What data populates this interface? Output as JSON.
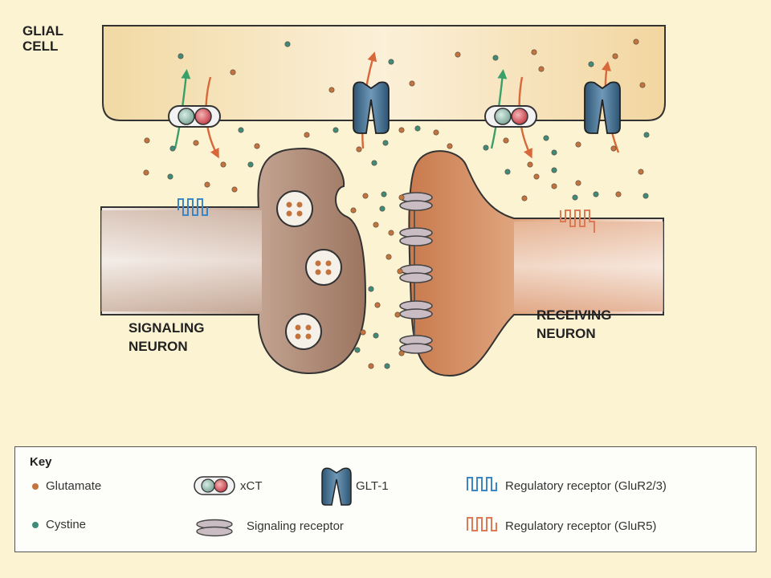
{
  "labels": {
    "glial": [
      "GLIAL",
      "CELL"
    ],
    "signaling": [
      "SIGNALING",
      "NEURON"
    ],
    "receiving": [
      "RECEIVING",
      "NEURON"
    ]
  },
  "key": {
    "title": "Key",
    "glutamate": "Glutamate",
    "cystine": "Cystine",
    "xct": "xCT",
    "glt1": "GLT-1",
    "signaling_receptor": "Signaling receptor",
    "reg_receptor_blue": "Regulatory receptor (GluR2/3)",
    "reg_receptor_orange": "Regulatory receptor (GluR5)"
  },
  "colors": {
    "background": "#fcf3d3",
    "glial_fill": "#f5dfb0",
    "signaling_fill": "#b38e78",
    "receiving_fill": "#d89a72",
    "glutamate": "#c2733e",
    "cystine": "#3f8a78",
    "glt1": "#3d6688",
    "arrow_green": "#3aa06a",
    "arrow_orange": "#d8683a",
    "reg_blue": "#3b86c4",
    "reg_orange": "#dd7a55"
  }
}
